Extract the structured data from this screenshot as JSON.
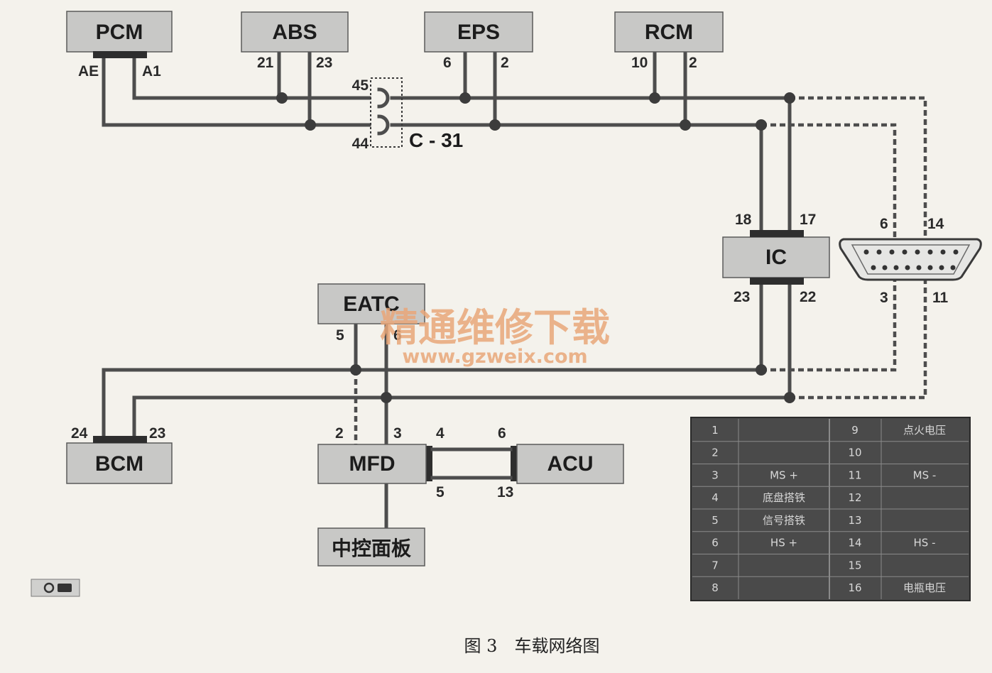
{
  "modules": {
    "pcm": "PCM",
    "abs": "ABS",
    "eps": "EPS",
    "rcm": "RCM",
    "ic": "IC",
    "eatc": "EATC",
    "bcm": "BCM",
    "mfd": "MFD",
    "acu": "ACU",
    "center_panel": "中控面板"
  },
  "pins": {
    "pcm_left": "AE",
    "pcm_right": "A1",
    "abs_left": "21",
    "abs_right": "23",
    "eps_left": "6",
    "eps_right": "2",
    "rcm_left": "10",
    "rcm_right": "2",
    "c31_top": "45",
    "c31_bottom": "44",
    "ic_top_left": "18",
    "ic_top_right": "17",
    "ic_bottom_left": "23",
    "ic_bottom_right": "22",
    "dlc_top_left": "6",
    "dlc_top_right": "14",
    "dlc_bottom_left": "3",
    "dlc_bottom_right": "11",
    "eatc_left": "5",
    "eatc_right": "6",
    "bcm_left": "24",
    "bcm_right": "23",
    "mfd_left": "2",
    "mfd_right": "3",
    "mfd_link_top": "4",
    "mfd_link_bottom": "5",
    "acu_link_top": "6",
    "acu_link_bottom": "13"
  },
  "connector": {
    "label": "C - 31"
  },
  "watermark": {
    "line1": "精通维修下载",
    "line2": "www.gzweix.com"
  },
  "dlc_table": {
    "rows": [
      {
        "pin_a": "1",
        "signal_a": "",
        "pin_b": "9",
        "signal_b": "点火电压"
      },
      {
        "pin_a": "2",
        "signal_a": "",
        "pin_b": "10",
        "signal_b": ""
      },
      {
        "pin_a": "3",
        "signal_a": "MS +",
        "pin_b": "11",
        "signal_b": "MS -"
      },
      {
        "pin_a": "4",
        "signal_a": "底盘搭铁",
        "pin_b": "12",
        "signal_b": ""
      },
      {
        "pin_a": "5",
        "signal_a": "信号搭铁",
        "pin_b": "13",
        "signal_b": ""
      },
      {
        "pin_a": "6",
        "signal_a": "HS +",
        "pin_b": "14",
        "signal_b": "HS -"
      },
      {
        "pin_a": "7",
        "signal_a": "",
        "pin_b": "15",
        "signal_b": ""
      },
      {
        "pin_a": "8",
        "signal_a": "",
        "pin_b": "16",
        "signal_b": "电瓶电压"
      }
    ]
  },
  "caption": "图 3　车载网络图",
  "colors": {
    "background": "#f4f2ec",
    "module_fill": "#c8c8c6",
    "wire": "#4d4d4d",
    "table_fill": "#4a4a4a",
    "watermark": "#e9a779"
  },
  "icons": {
    "small_badge": "camera-icon"
  }
}
